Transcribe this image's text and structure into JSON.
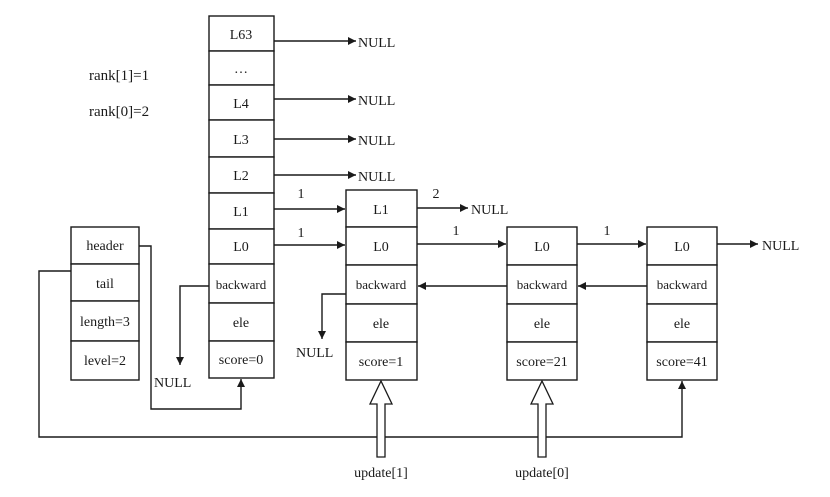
{
  "rank_labels": [
    "rank[1]=1",
    "rank[0]=2"
  ],
  "header_node": [
    "header",
    "tail",
    "length=3",
    "level=2"
  ],
  "head_node": [
    "L63",
    "…",
    "L4",
    "L3",
    "L2",
    "L1",
    "L0",
    "backward",
    "ele",
    "score=0"
  ],
  "nodes": [
    {
      "cells": [
        "L1",
        "L0",
        "backward",
        "ele",
        "score=1"
      ]
    },
    {
      "cells": [
        "L0",
        "backward",
        "ele",
        "score=21"
      ]
    },
    {
      "cells": [
        "L0",
        "backward",
        "ele",
        "score=41"
      ]
    }
  ],
  "null_label": "NULL",
  "spans": {
    "head_l1": "1",
    "head_l0": "1",
    "n1_l1": "2",
    "n1_l0": "1",
    "n2_l0": "1"
  },
  "update_labels": [
    "update[1]",
    "update[0]"
  ]
}
